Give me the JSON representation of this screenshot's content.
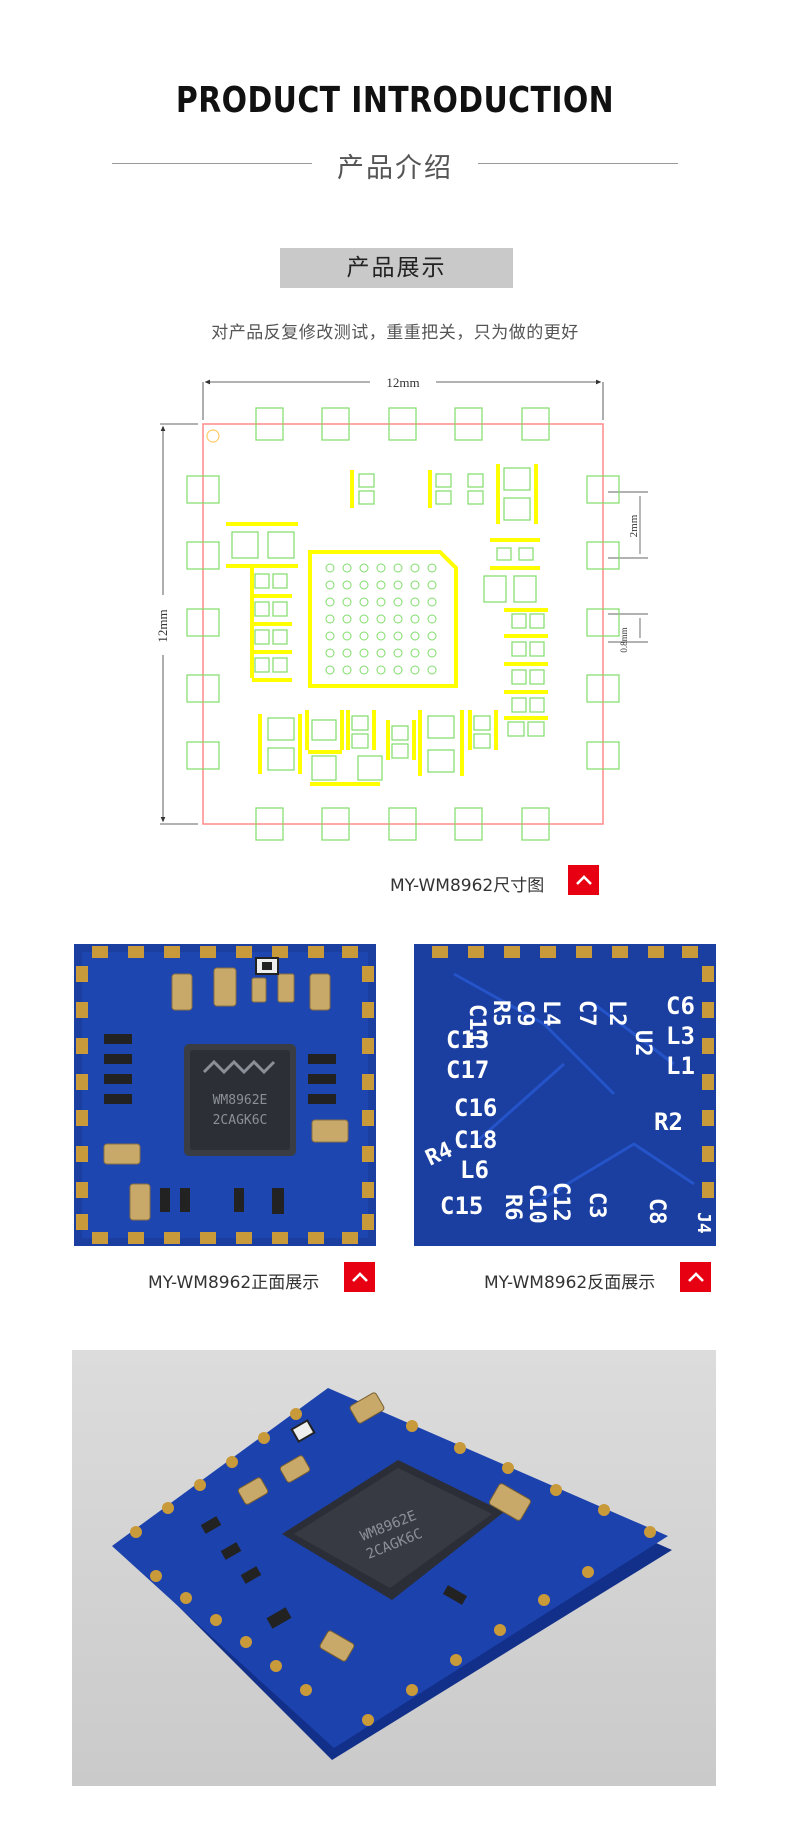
{
  "header": {
    "title_en": "PRODUCT INTRODUCTION",
    "title_cn": "产品介绍"
  },
  "section": {
    "tag": "产品展示",
    "subtitle": "对产品反复修改测试，重重把关，只为做的更好"
  },
  "dimension_diagram": {
    "width_label": "12mm",
    "height_label": "12mm",
    "pitch_label": "2mm",
    "pad_label": "0.8mm",
    "caption": "MY-WM8962尺寸图"
  },
  "front_view": {
    "chip_line1": "WM8962E",
    "chip_line2": "2CAGK6C",
    "caption": "MY-WM8962正面展示"
  },
  "back_view": {
    "labels": [
      "C11",
      "R5",
      "C9",
      "L4",
      "C7",
      "L2",
      "U2",
      "C6",
      "L3",
      "L1",
      "C13",
      "C17",
      "C16",
      "C18",
      "R4",
      "L6",
      "C15",
      "R6",
      "C10",
      "C12",
      "C3",
      "C8",
      "R2",
      "J4"
    ],
    "caption": "MY-WM8962反面展示"
  },
  "photo_3d": {
    "chip_line1": "WM8962E",
    "chip_line2": "2CAGK6C"
  },
  "colors": {
    "accent_red": "#e60012",
    "pcb_blue": "#1a3fa0",
    "footprint_yellow": "#ffff00",
    "pad_green": "#7fdc6a",
    "outline_pink": "#ff8a8a"
  },
  "icons": {
    "caption_button": "chevron-up-icon"
  }
}
